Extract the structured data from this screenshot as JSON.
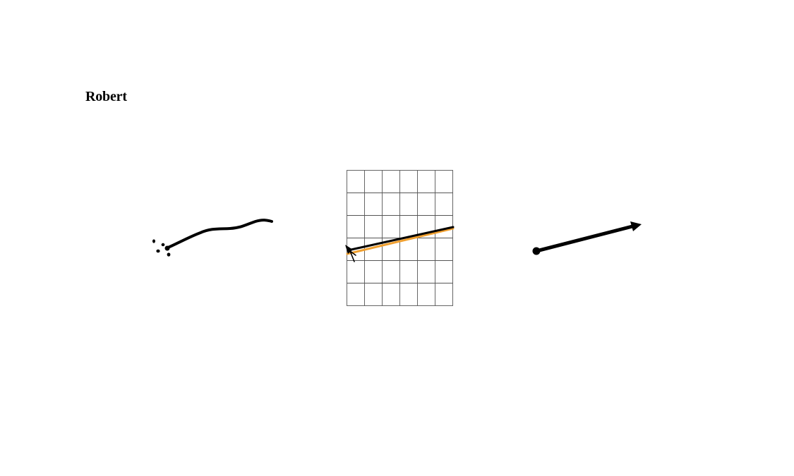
{
  "label": {
    "name": "Robert"
  },
  "colors": {
    "ink": "#000000",
    "grid_line": "#555555",
    "trace_highlight": "#f0a030",
    "background": "#ffffff"
  },
  "panels": [
    {
      "id": "freehand-scribble",
      "description_icon": "wavy-stroke-icon"
    },
    {
      "id": "grid-trace",
      "description_icon": "grid-arrow-icon",
      "grid_columns": 6,
      "grid_rows": 6
    },
    {
      "id": "straight-arrow",
      "description_icon": "arrow-icon"
    }
  ]
}
